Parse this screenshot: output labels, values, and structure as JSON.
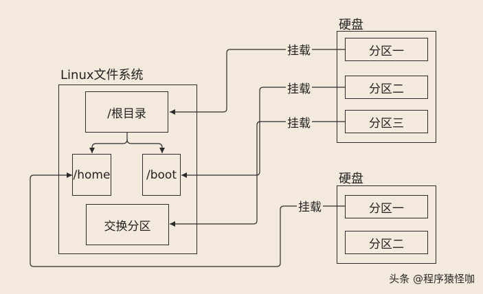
{
  "linux_fs": {
    "title": "Linux文件系统",
    "root": "/根目录",
    "home": "/home",
    "boot": "/boot",
    "swap": "交换分区"
  },
  "disk1": {
    "title": "硬盘",
    "partitions": [
      "分区一",
      "分区二",
      "分区三"
    ]
  },
  "disk2": {
    "title": "硬盘",
    "partitions": [
      "分区一",
      "分区二"
    ]
  },
  "mounts": {
    "m1": "挂载",
    "m2": "挂载",
    "m3": "挂载",
    "m4": "挂载"
  },
  "watermark": "头条 @程序猿怪咖"
}
